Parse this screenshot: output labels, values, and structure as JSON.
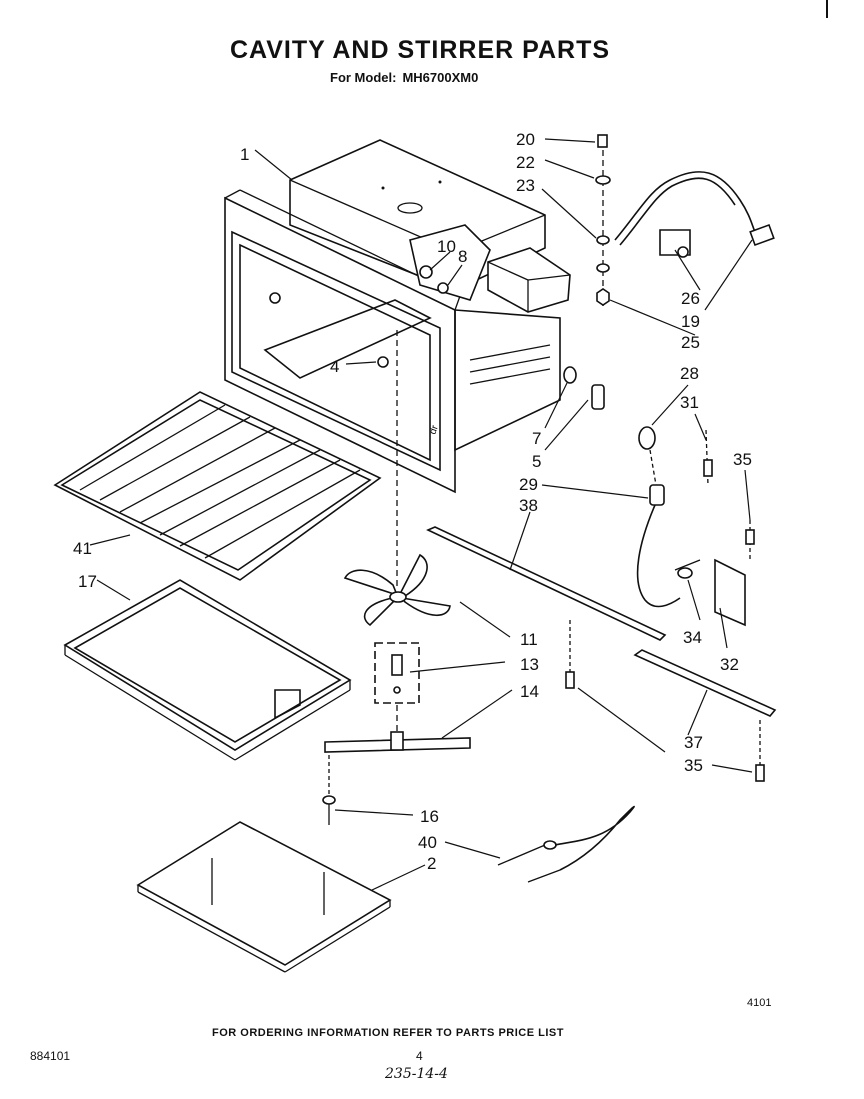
{
  "header": {
    "title": "CAVITY AND STIRRER PARTS",
    "model_label": "For Model:",
    "model_number": "MH6700XM0"
  },
  "callouts": [
    "1",
    "10",
    "8",
    "4",
    "20",
    "22",
    "23",
    "26",
    "19",
    "25",
    "7",
    "5",
    "28",
    "31",
    "35",
    "29",
    "38",
    "41",
    "17",
    "11",
    "13",
    "14",
    "34",
    "32",
    "37",
    "35",
    "16",
    "40",
    "2"
  ],
  "footer": {
    "ordering_note": "FOR ORDERING INFORMATION REFER TO PARTS PRICE LIST",
    "figure_number": "4101",
    "document_number": "884101",
    "page_number": "4",
    "handwritten_note": "235-14-4"
  }
}
